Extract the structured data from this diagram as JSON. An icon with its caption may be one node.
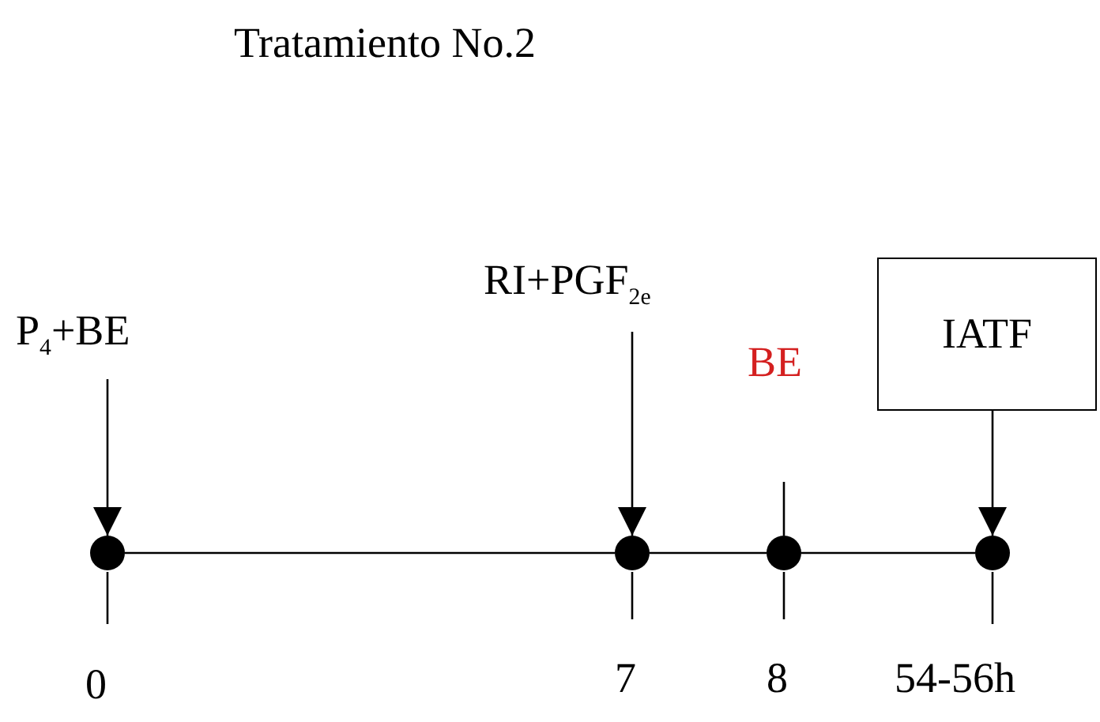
{
  "diagram": {
    "title": "Tratamiento No.2",
    "nodes": [
      {
        "text": [
          "P$_{4}$+BE"
        ]
      },
      {
        "text": [
          "RI+PGF$_{2e}$"
        ]
      },
      {
        "text": [
          "IATF"
        ]
      },
      {
        "text": [],
        "shape": "circle"
      },
      {
        "text": [],
        "shape": "circle"
      },
      {
        "text": [],
        "shape": "circle"
      },
      {
        "text": [],
        "shape": "circle"
      }
    ],
    "edges": [
      {
        "from": 0,
        "to": 3,
        "arrow": "to"
      },
      {
        "from": 1,
        "to": 4,
        "arrow": "to"
      },
      {
        "from": 2,
        "to": 6,
        "arrow": "to"
      },
      {
        "from": 3,
        "to": 4,
        "arrow": "none"
      },
      {
        "from": 4,
        "to": 5,
        "arrow": "none"
      },
      {
        "from": 5,
        "to": 6,
        "arrow": "none"
      }
    ],
    "labels": [
      "BE",
      "0",
      "7",
      "8",
      "54-56h"
    ]
  }
}
